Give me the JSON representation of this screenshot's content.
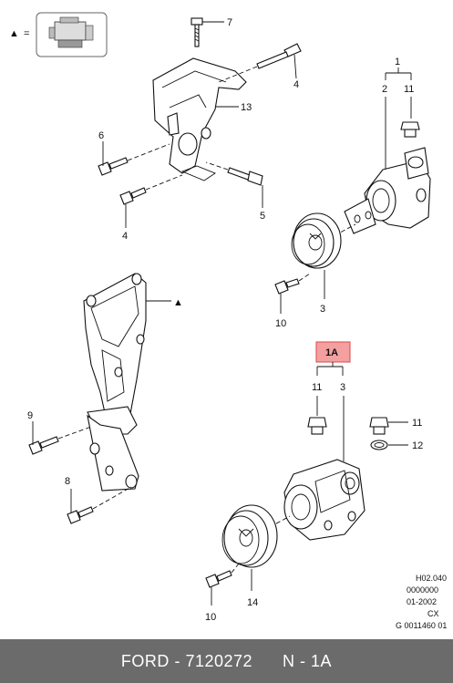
{
  "legend": {
    "marker": "▲",
    "equals": "=",
    "icon": "engine-icon"
  },
  "callouts": {
    "c7": "7",
    "c4a": "4",
    "c13": "13",
    "c6": "6",
    "c4b": "4",
    "c5": "5",
    "c1": "1",
    "c2": "2",
    "c11a": "11",
    "c10a": "10",
    "c3a": "3",
    "c9": "9",
    "c8": "8",
    "c1A": "1A",
    "c11b": "11",
    "c3b": "3",
    "c11c": "11",
    "c12": "12",
    "c14": "14",
    "c10b": "10"
  },
  "marker_bracket": "▲",
  "drawing_ref": [
    "H02.040",
    "0000000",
    "01-2002",
    "CX",
    "G 0011460 01"
  ],
  "footer": {
    "brand": "FORD",
    "sep": "-",
    "part_number": "7120272",
    "pos_label": "N - 1A"
  },
  "colors": {
    "highlight_fill": "#f4a0a0",
    "highlight_stroke": "#d84a4a",
    "footer_bg": "#6b6b6b"
  }
}
